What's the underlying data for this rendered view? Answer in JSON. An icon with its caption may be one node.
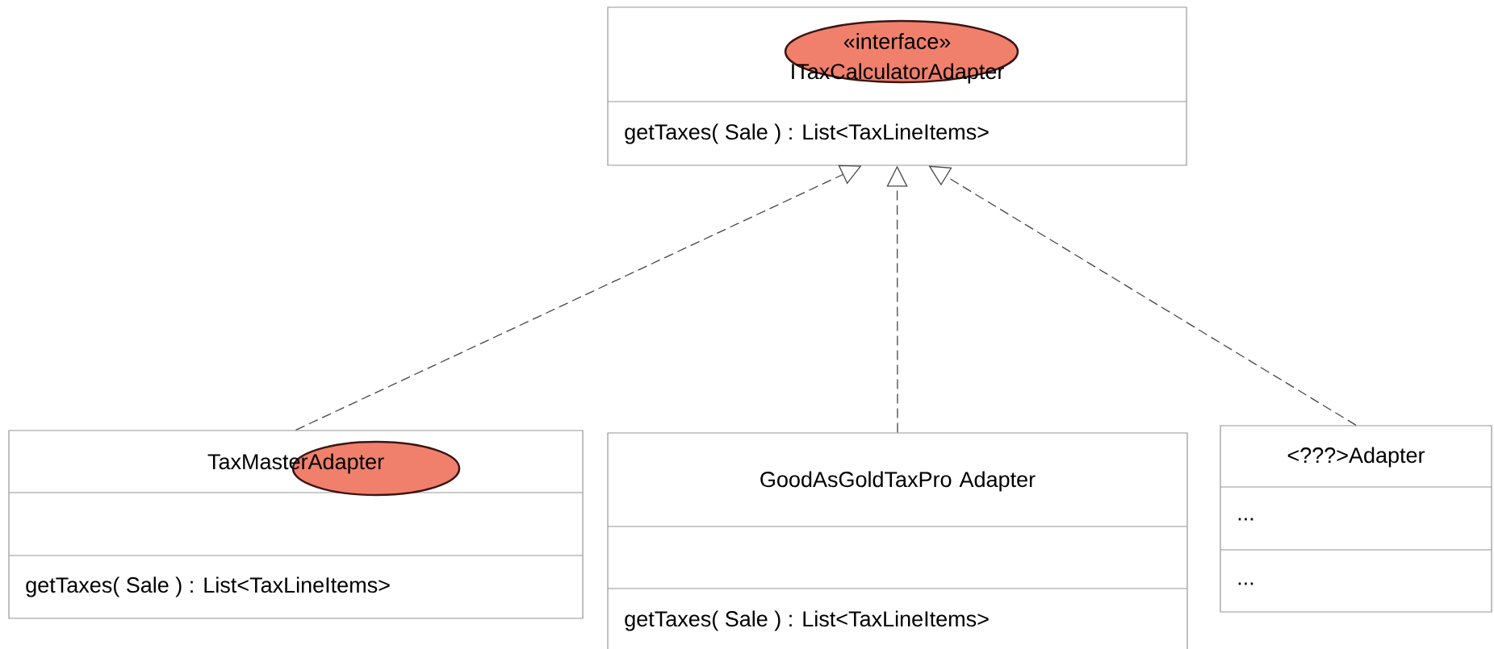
{
  "diagram": {
    "nodes": [
      {
        "text": [
          "«interface»",
          "ITaxCalculatorAdapter",
          "getTaxes( Sale ) : List<TaxLineItems>"
        ]
      },
      {
        "text": [
          "TaxMasterAdapter",
          "getTaxes( Sale ) : List<TaxLineItems>"
        ]
      },
      {
        "text": [
          "GoodAsGoldTaxPro Adapter",
          "getTaxes( Sale ) : List<TaxLineItems>"
        ]
      },
      {
        "text": [
          "<???>Adapter",
          "...",
          "..."
        ]
      }
    ],
    "edges": [
      {
        "from": 1,
        "to": 0,
        "arrow": "to",
        "style": "dashed"
      },
      {
        "from": 2,
        "to": 0,
        "arrow": "to",
        "style": "dashed"
      },
      {
        "from": 3,
        "to": 0,
        "arrow": "to",
        "style": "dashed"
      }
    ]
  }
}
